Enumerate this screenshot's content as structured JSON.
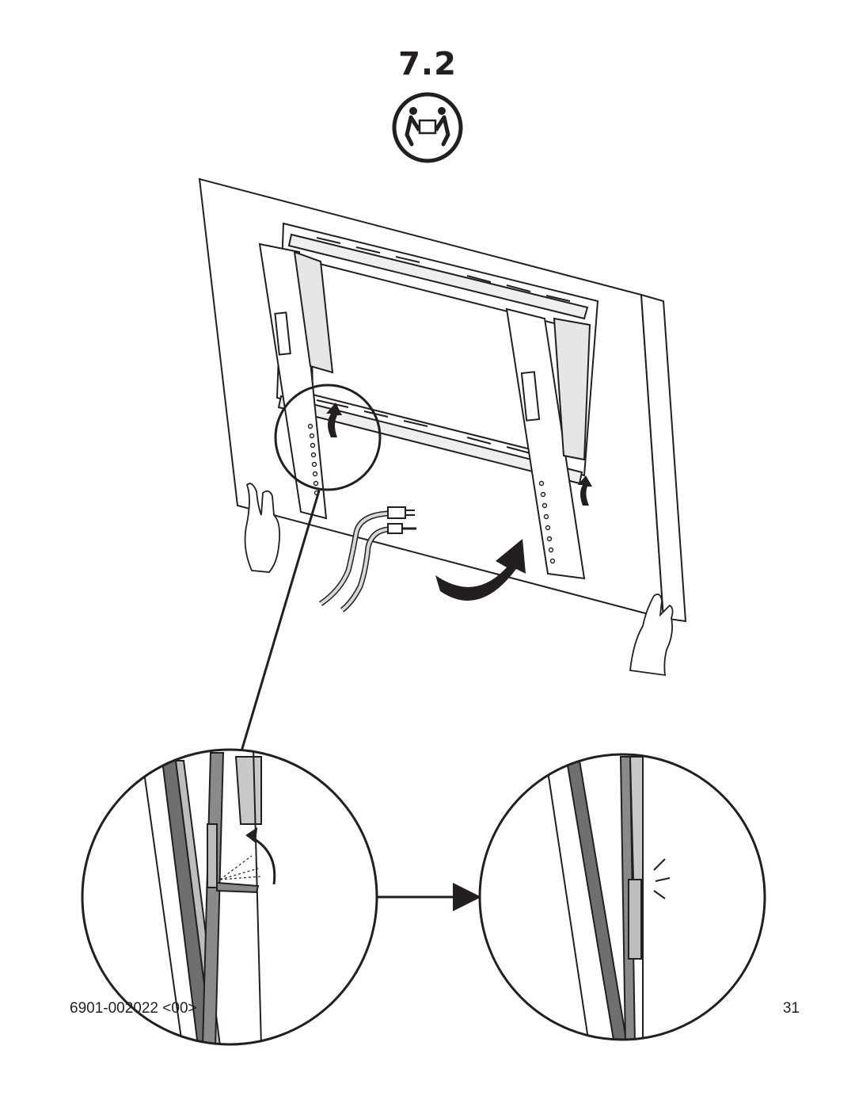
{
  "step": {
    "number": "7.2"
  },
  "icons": {
    "two_person_lift": "two-person-lift-icon",
    "rotate_arrow": "curved-arrow-icon",
    "click_indicator": "click-indicator-icon"
  },
  "footer": {
    "document_code": "6901-002022 <00>",
    "page_number": "31"
  },
  "colors": {
    "ink": "#231f20",
    "panel_fill": "#ffffff",
    "metal_fill": "#c8c8c8"
  }
}
